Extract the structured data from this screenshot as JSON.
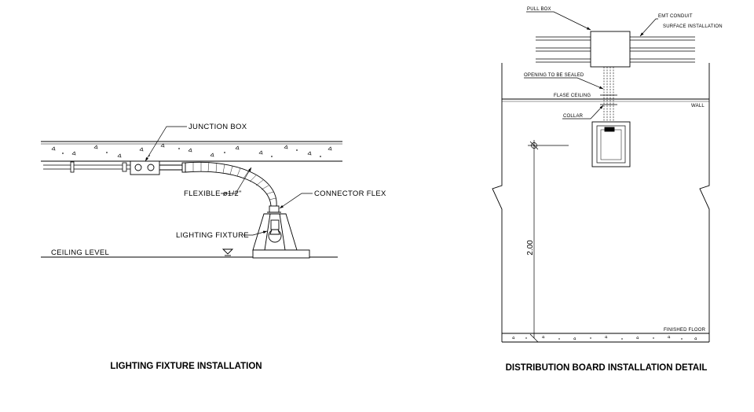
{
  "left_detail": {
    "title": "LIGHTING FIXTURE INSTALLATION",
    "labels": {
      "junction_box": "JUNCTION BOX",
      "flexible": "FLEXIBLE ø1/2\"",
      "connector_flex": "CONNECTOR FLEX",
      "lighting_fixture": "LIGHTING FIXTURE",
      "ceiling_level": "CEILING LEVEL"
    }
  },
  "right_detail": {
    "title": "DISTRIBUTION BOARD INSTALLATION DETAIL",
    "labels": {
      "pull_box": "PULL BOX",
      "emt_conduit": "EMT CONDUIT",
      "surface_installation": "SURFACE INSTALLATION",
      "opening_to_be_sealed": "OPENING TO BE SEALED",
      "false_ceiling": "FLASE CEILING",
      "wall": "WALL",
      "collar": "COLLAR",
      "dimension": "2.00",
      "finished_floor": "FINISHED FLOOR"
    }
  }
}
